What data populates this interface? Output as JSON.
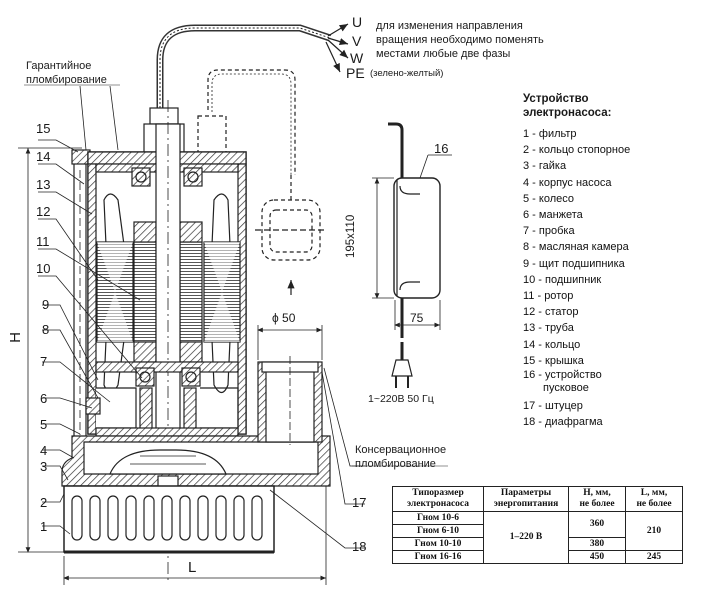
{
  "title_notes": {
    "phase_labels": [
      "U",
      "V",
      "W",
      "PE"
    ],
    "pe_note": "(зелено-желтый)",
    "rotation_note": [
      "для изменения направления",
      "вращения необходимо поменять",
      "местами любые две фазы"
    ],
    "warranty_seal": [
      "Гарантийное",
      "пломбирование"
    ],
    "conservation_seal": [
      "Консервационное",
      "пломбирование"
    ]
  },
  "dimensions": {
    "height_label": "H",
    "length_label": "L",
    "outlet_diameter": "ϕ 50",
    "starter_size": "195x110",
    "starter_depth": "75",
    "power_supply": "1~220В  50 Гц"
  },
  "callouts": [
    "1",
    "2",
    "3",
    "4",
    "5",
    "6",
    "7",
    "8",
    "9",
    "10",
    "11",
    "12",
    "13",
    "14",
    "15",
    "16",
    "17",
    "18"
  ],
  "legend": {
    "title": [
      "Устройство",
      "электронасоса:"
    ],
    "items": [
      "1 - фильтр",
      "2 - кольцо стопорное",
      "3 - гайка",
      "4 - корпус насоса",
      "5 - колесо",
      "6 - манжета",
      "7 - пробка",
      "8 - масляная камера",
      "9 - щит подшипника",
      "10 - подшипник",
      "11 - ротор",
      "12 - статор",
      "13 - труба",
      "14 - кольцо",
      "15 - крышка",
      "16 - устройство",
      "пусковое",
      "17 - штуцер",
      "18 - диафрагма"
    ]
  },
  "spec_table": {
    "headers": [
      [
        "Типоразмер",
        "электронасоса"
      ],
      [
        "Параметры",
        "энергопитания"
      ],
      [
        "H, мм,",
        "не более"
      ],
      [
        "L, мм,",
        "не более"
      ]
    ],
    "rows": [
      {
        "model": "Гном 10-6"
      },
      {
        "model": "Гном 6-10"
      },
      {
        "model": "Гном 10-10"
      },
      {
        "model": "Гном 16-16"
      }
    ],
    "power": "1–220 В",
    "h_values": [
      "360",
      "380",
      "450"
    ],
    "l_values": [
      "210",
      "245"
    ]
  }
}
